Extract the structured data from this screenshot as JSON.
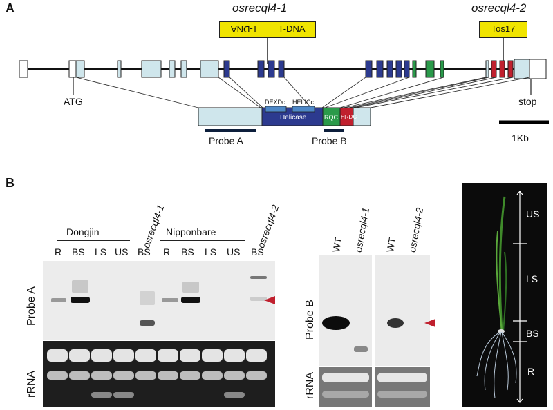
{
  "panels": {
    "a": "A",
    "b": "B"
  },
  "gene": {
    "mutant1": "osrecql4-1",
    "mutant2": "osrecql4-2",
    "tdna_mirror": "T-DNA",
    "tdna": "T-DNA",
    "tos17": "Tos17",
    "atg": "ATG",
    "stop": "stop",
    "scale": "1Kb",
    "probe_a": "Probe A",
    "probe_b": "Probe B",
    "domains": {
      "dexdc": "DEXDc",
      "helicc": "HELICc",
      "helicase": "Helicase",
      "rqc": "RQC",
      "hrdc": "HRDC"
    },
    "colors": {
      "light": "#cfe6ec",
      "blue": "#2c3a8f",
      "green": "#2a9a4a",
      "red": "#c0202e",
      "domain": "#4d88c8",
      "yellow": "#f0e400"
    }
  },
  "northern_left": {
    "group1": "Dongjin",
    "mutant1": "osrecql4-1",
    "group2": "Nipponbare",
    "mutant2": "osrecql4-2",
    "lanes": [
      "R",
      "BS",
      "LS",
      "US",
      "BS",
      "R",
      "BS",
      "LS",
      "US",
      "BS"
    ],
    "row1": "Probe A",
    "row2": "rRNA"
  },
  "northern_right": {
    "lanes": [
      "WT",
      "osrecql4-1",
      "WT",
      "osrecql4-2"
    ],
    "row1": "Probe B",
    "row2": "rRNA"
  },
  "plant": {
    "regions": [
      "US",
      "LS",
      "BS",
      "R"
    ]
  }
}
